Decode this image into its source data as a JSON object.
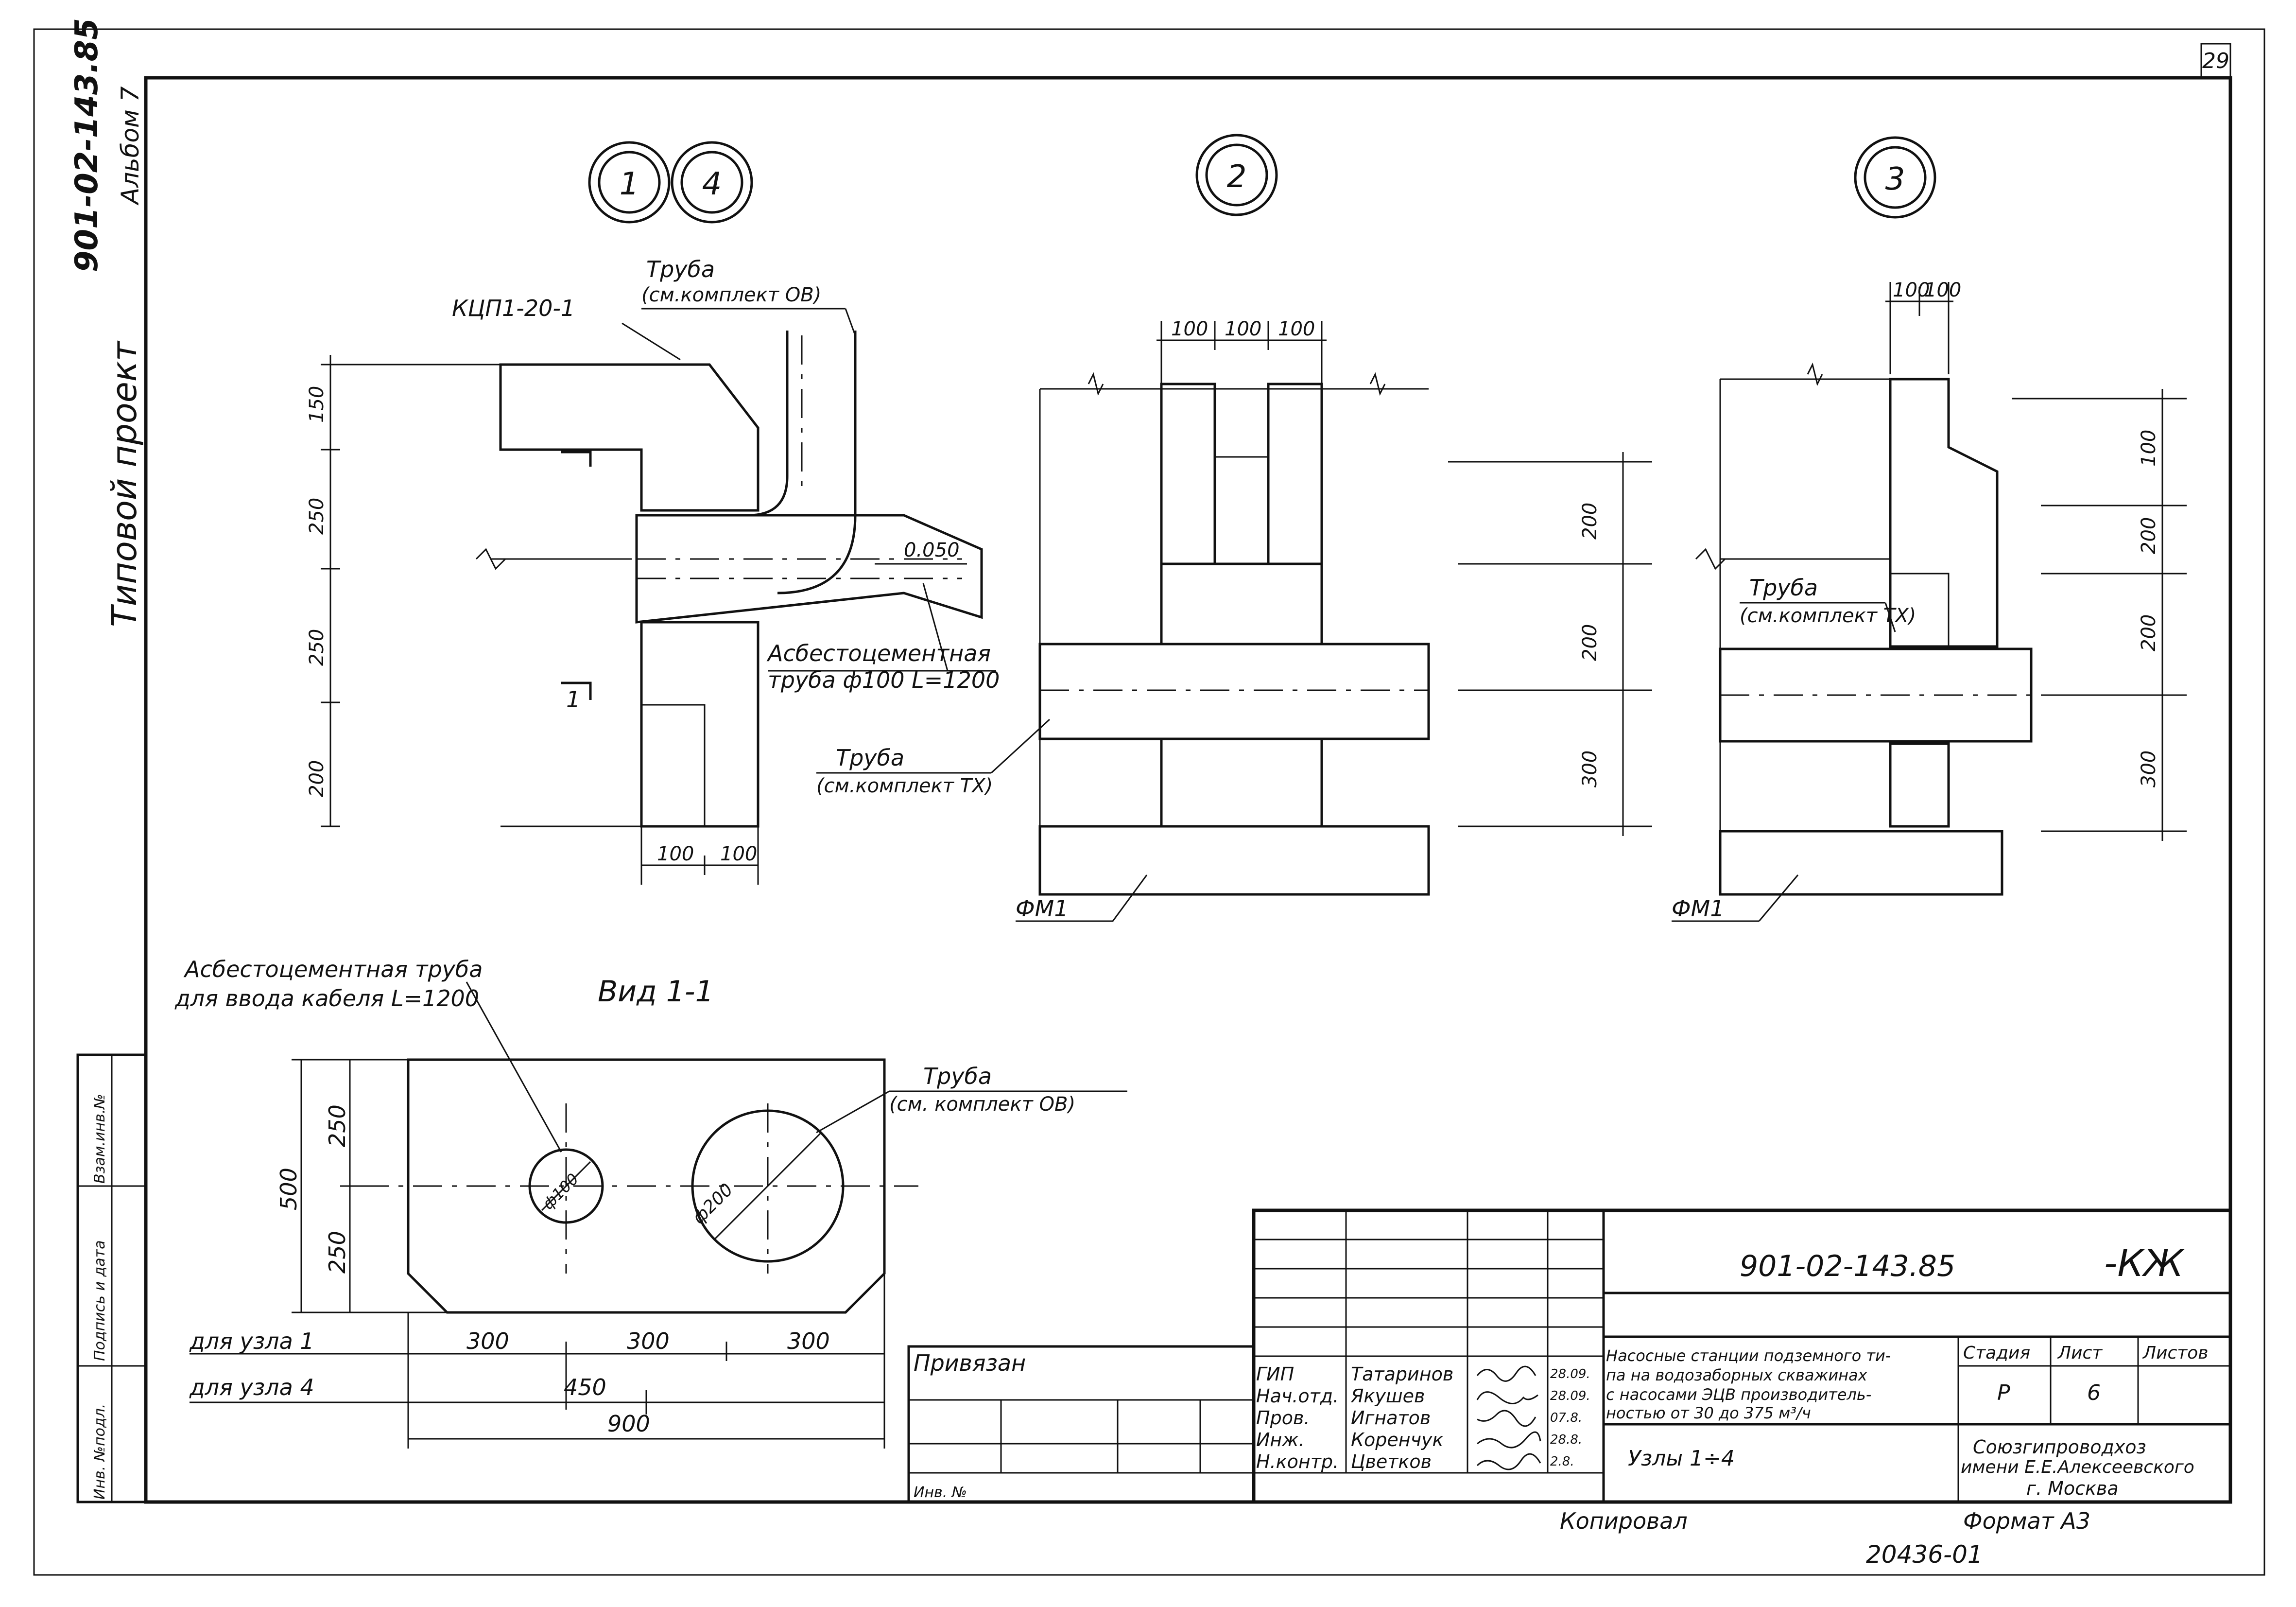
{
  "sheet": {
    "page_number": "29",
    "side_code": "901-02-143.85",
    "side_album": "Альбом 7",
    "side_project": "Типовой проект"
  },
  "markers": [
    "1",
    "4",
    "2",
    "3"
  ],
  "node14": {
    "block_label": "КЦП1-20-1",
    "pipe_label": "Труба",
    "pipe_ref": "(см.комплект ОВ)",
    "asb_label": "Асбестоцементная",
    "asb_label2": "труба ф100 L=1200",
    "mark": "0.050",
    "section_mark": "1",
    "dims_v": [
      "150",
      "250",
      "250",
      "200"
    ],
    "dims_h": [
      "100",
      "100"
    ]
  },
  "node2": {
    "dims_top": [
      "100",
      "100",
      "100"
    ],
    "dims_right": [
      "200",
      "200",
      "300"
    ],
    "pipe_label": "Труба",
    "pipe_ref": "(см.комплект ТХ)",
    "found_label": "ФМ1"
  },
  "node3": {
    "dims_top": [
      "100",
      "100"
    ],
    "dims_right": [
      "100",
      "200",
      "200",
      "300"
    ],
    "pipe_label": "Труба",
    "pipe_ref": "(см.комплект ТХ)",
    "found_label": "ФМ1"
  },
  "view": {
    "title": "Вид 1-1",
    "asb_label": "Асбестоцементная труба",
    "asb_label2": "для ввода кабеля L=1200",
    "pipe_label": "Труба",
    "pipe_ref": "(см. комплект ОВ)",
    "d_small": "ф100",
    "d_large": "ф200",
    "dims_v": [
      "500",
      "250",
      "250"
    ],
    "row1_label": "для узла 1",
    "row1_dims": [
      "300",
      "300",
      "300"
    ],
    "row2_label": "для узла 4",
    "row2_dim": "450",
    "total": "900"
  },
  "stamp_left": [
    "Инв. №подл.",
    "Подпись и дата",
    "Взам.инв.№"
  ],
  "title_block": {
    "code": "901-02-143.85",
    "suffix": "-КЖ",
    "linked": "Привязан",
    "inv_no": "Инв. №",
    "roles": [
      "ГИП",
      "Нач.отд.",
      "Пров.",
      "Инж.",
      "Н.контр."
    ],
    "names": [
      "Татаринов",
      "Якушев",
      "Игнатов",
      "Коренчук",
      "Цветков"
    ],
    "dates": [
      "28.09.",
      "28.09.",
      "07.8.",
      "28.8.",
      "2.8."
    ],
    "description": [
      "Насосные станции подземного ти-",
      "па на водозаборных скважинах",
      "с насосами ЭЦВ производитель-",
      "ностью от 30 до 375 м³/ч"
    ],
    "subtitle": "Узлы 1÷4",
    "stage_h": "Стадия",
    "sheet_h": "Лист",
    "sheets_h": "Листов",
    "stage": "Р",
    "sheet": "6",
    "org": [
      "Союзгипроводхоз",
      "имени Е.Е.Алексеевского",
      "г. Москва"
    ]
  },
  "footer": {
    "copied": "Копировал",
    "format": "Формат А3",
    "number": "20436-01"
  }
}
